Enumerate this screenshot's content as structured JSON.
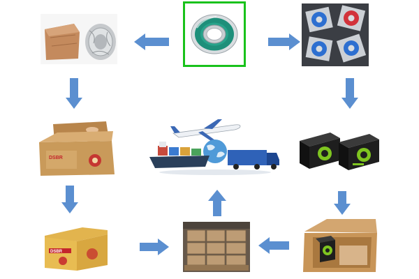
{
  "diagram": {
    "kind": "bearing packaging and shipping process flow",
    "colors": {
      "arrow": "#5b8fd0",
      "highlight_border": "#19c21b",
      "bearing_seal": "#1e8f7a",
      "box_brown": "#c99a5a",
      "gift_box_black": "#1e1e1e",
      "brand_green": "#7fc520",
      "seal_blue": "#2d6fd0",
      "seal_red": "#d2323a"
    },
    "brand_logo_text": "DSBR",
    "steps": [
      {
        "id": "bearing",
        "icon": "bearing-icon",
        "highlighted": true
      },
      {
        "id": "individual-plastic-bags",
        "icon": "bagged-bearings-icon"
      },
      {
        "id": "color-gift-boxes",
        "icon": "gift-boxes-icon"
      },
      {
        "id": "boxes-in-carton",
        "icon": "open-carton-icon"
      },
      {
        "id": "palletized-cartons",
        "icon": "pallet-icon"
      },
      {
        "id": "shipping-air-sea-road",
        "icon": "transport-icon"
      },
      {
        "id": "rust-paper-wrap",
        "icon": "kraft-wrap-icon"
      },
      {
        "id": "wrapped-in-carton",
        "icon": "kraft-carton-icon"
      },
      {
        "id": "sealed-brand-carton",
        "icon": "brand-carton-icon"
      }
    ]
  }
}
